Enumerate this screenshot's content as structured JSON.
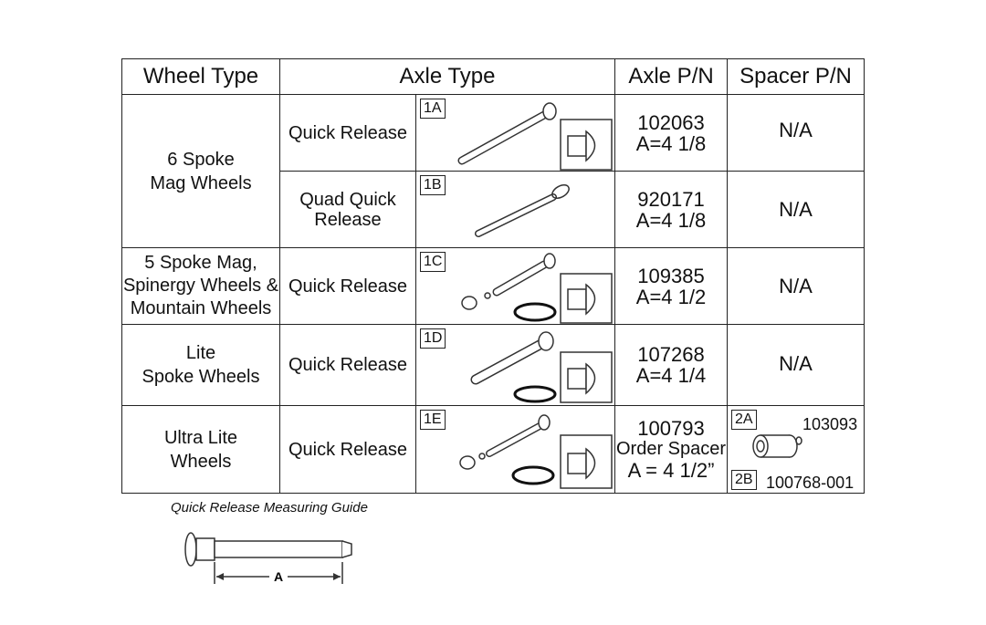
{
  "headers": {
    "wheel_type": "Wheel Type",
    "axle_type": "Axle Type",
    "axle_pn": "Axle P/N",
    "spacer_pn": "Spacer P/N"
  },
  "rows": [
    {
      "wheel_type": [
        "6 Spoke",
        "Mag Wheels"
      ],
      "axle_type": [
        "Quick Release"
      ],
      "tag": "1A",
      "pn": [
        "102063",
        "A=4 1/8"
      ],
      "spacer": "N/A"
    },
    {
      "axle_type": [
        "Quad Quick",
        "Release"
      ],
      "tag": "1B",
      "pn": [
        "920171",
        "A=4 1/8"
      ],
      "spacer": "N/A"
    },
    {
      "wheel_type": [
        "5 Spoke Mag,",
        "Spinergy Wheels &",
        "Mountain Wheels"
      ],
      "axle_type": [
        "Quick Release"
      ],
      "tag": "1C",
      "pn": [
        "109385",
        "A=4 1/2"
      ],
      "spacer": "N/A"
    },
    {
      "wheel_type": [
        "Lite",
        "Spoke Wheels"
      ],
      "axle_type": [
        "Quick Release"
      ],
      "tag": "1D",
      "pn": [
        "107268",
        "A=4 1/4"
      ],
      "spacer": "N/A"
    },
    {
      "wheel_type": [
        "Ultra Lite",
        "Wheels"
      ],
      "axle_type": [
        "Quick Release"
      ],
      "tag": "1E",
      "pn": [
        "100793",
        "Order Spacer",
        "A = 4 1/2”"
      ],
      "spacer_tag_a": "2A",
      "spacer_num_a": "103093",
      "spacer_tag_b": "2B",
      "spacer_num_b": "100768-001"
    }
  ],
  "guide": {
    "caption": "Quick Release Measuring Guide",
    "dim_label": "A"
  }
}
